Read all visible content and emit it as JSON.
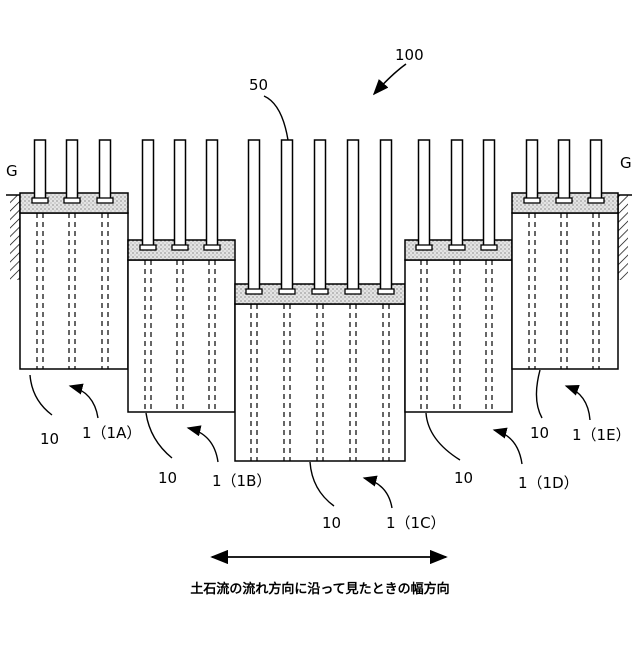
{
  "labels": {
    "figure_ref": "100",
    "pile_ref": "50",
    "ground_left": "G",
    "ground_right": "G",
    "block_1a_num": "10",
    "block_1a_ref": "1（1A）",
    "block_1b_num": "10",
    "block_1b_ref": "1（1B）",
    "block_1c_num": "10",
    "block_1c_ref": "1（1C）",
    "block_1d_num": "10",
    "block_1d_ref": "1（1D）",
    "block_1e_num": "10",
    "block_1e_ref": "1（1E）"
  },
  "caption": "土石流の流れ方向に沿って見たときの幅方向",
  "colors": {
    "line": "#000000",
    "fill": "#ffffff",
    "dot_fill": "#d8d8d8"
  }
}
